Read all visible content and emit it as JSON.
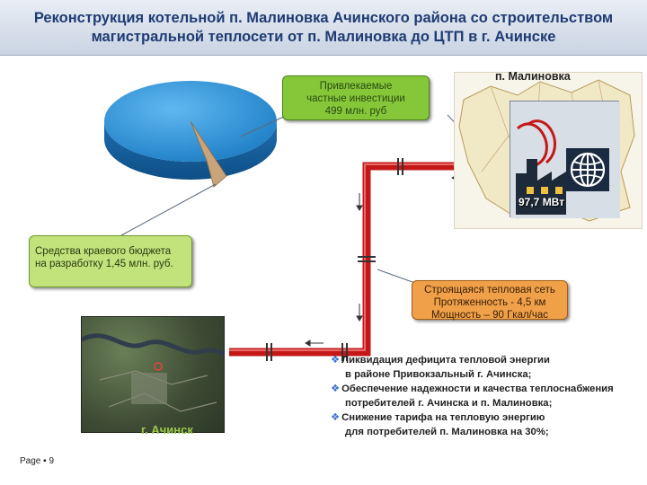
{
  "header": {
    "title_line1": "Реконструкция котельной п. Малиновка Ачинского района со строительством",
    "title_line2": "магистральной теплосети от п. Малиновка до ЦТП в г. Ачинске"
  },
  "callouts": {
    "private_investment": [
      "Привлекаемые",
      "частные инвестиции",
      "499 млн. руб"
    ],
    "regional_budget": [
      "Средства краевого бюджета",
      "на разработку 1,45 млн. руб."
    ],
    "heating_network": [
      "Строящаяся тепловая сеть",
      "Протяженность - 4,5 км",
      "Мощность – 90 Гкал/час"
    ]
  },
  "chart_data": {
    "type": "pie",
    "categories": [
      "Привлекаемые частные инвестиции",
      "Средства краевого бюджета"
    ],
    "values": [
      499,
      1.45
    ],
    "unit": "млн. руб."
  },
  "map": {
    "title": "п. Малиновка",
    "power": "97,7 МВт"
  },
  "city": {
    "label": "г. Ачинск"
  },
  "footer": {
    "page": "Page ▪ 9"
  },
  "benefits": [
    {
      "line1": "Ликвидация дефицита тепловой энергии",
      "line2": "в районе Привокзальный г. Ачинска;"
    },
    {
      "line1": "Обеспечение надежности и качества теплоснабжения",
      "line2": "потребителей г. Ачинска и п. Малиновка;"
    },
    {
      "line1": "Снижение тарифа на тепловую энергию",
      "line2": "для потребителей  п. Малиновка на 30%;"
    }
  ],
  "colors": {
    "pipe": "#c41818",
    "pie_main": "#2b8fd6",
    "pie_slice": "#c9a47a",
    "title": "#1f3b73"
  },
  "icons": {
    "bullet": "diamond-bullet-icon",
    "globe": "globe-icon",
    "factory": "factory-icon"
  }
}
